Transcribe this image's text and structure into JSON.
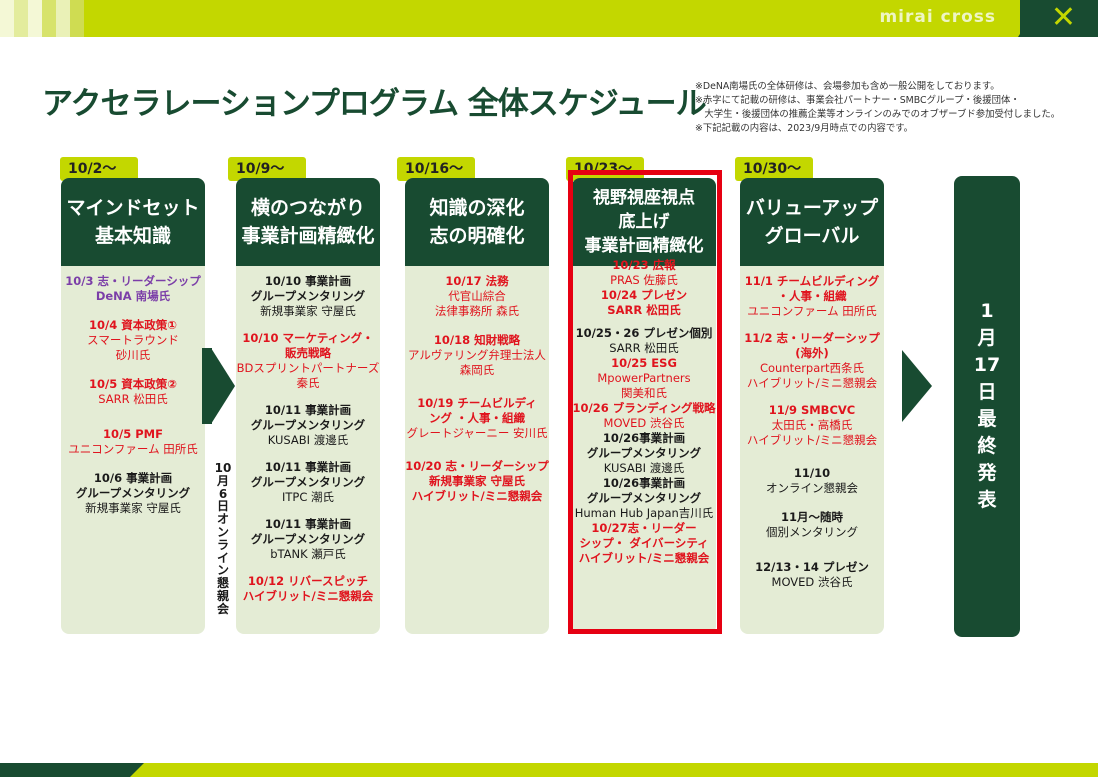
{
  "header": {
    "brand": "mirai cross"
  },
  "title": "アクセラレーションプログラム 全体スケジュール",
  "notes": [
    "※DeNA南場氏の全体研修は、会場参加も含め一般公開をしております。",
    "※赤字にて記載の研修は、事業会社パートナー・SMBCグループ・後援団体・",
    "　大学生・後援団体の推薦企業等オンラインのみでのオブザーブド参加受付しました。",
    "※下記記載の内容は、2023/9月時点での内容です。"
  ],
  "weeks": [
    {
      "tab": "10/2〜",
      "heading": [
        "マインドセット",
        "基本知識"
      ]
    },
    {
      "tab": "10/9〜",
      "heading": [
        "横のつながり",
        "事業計画精緻化"
      ]
    },
    {
      "tab": "10/16〜",
      "heading": [
        "知識の深化",
        "志の明確化"
      ]
    },
    {
      "tab": "10/23〜",
      "heading": [
        "視野視座視点",
        "底上げ",
        "事業計画精緻化"
      ]
    },
    {
      "tab": "10/30〜",
      "heading": [
        "バリューアップ",
        "グローバル"
      ]
    }
  ],
  "col1": [
    [
      "10/3 志・リーダーシップ",
      "DeNA 南場氏"
    ],
    [
      "10/4 資本政策①",
      "スマートラウンド",
      "砂川氏"
    ],
    [
      "10/5 資本政策②",
      "SARR 松田氏"
    ],
    [
      "10/5 PMF",
      "ユニコンファーム 田所氏"
    ],
    [
      "10/6 事業計画",
      "グループメンタリング",
      "新規事業家 守屋氏"
    ]
  ],
  "col2": [
    [
      "10/10 事業計画",
      "グループメンタリング",
      "新規事業家 守屋氏"
    ],
    [
      "10/10 マーケティング・",
      "販売戦略",
      "BDスプリントパートナーズ",
      "秦氏"
    ],
    [
      "10/11 事業計画",
      "グループメンタリング",
      "KUSABI 渡邊氏"
    ],
    [
      "10/11 事業計画",
      "グループメンタリング",
      "ITPC 潮氏"
    ],
    [
      "10/11 事業計画",
      "グループメンタリング",
      "bTANK 瀬戸氏"
    ],
    [
      "10/12 リバースピッチ",
      "ハイブリット/ミニ懇親会"
    ]
  ],
  "col3": [
    [
      "10/17 法務",
      "代官山綜合",
      "法律事務所 森氏"
    ],
    [
      "10/18 知財戦略",
      "アルヴァリング弁理士法人",
      "森岡氏"
    ],
    [
      "10/19 チームビルディ",
      "ング ・人事・組織",
      "グレートジャーニー 安川氏"
    ],
    [
      "10/20 志・リーダーシップ",
      "新規事業家 守屋氏",
      "ハイブリット/ミニ懇親会"
    ]
  ],
  "col4": [
    [
      "10/23 広報",
      "PRAS 佐藤氏"
    ],
    [
      "10/24 プレゼン",
      "SARR 松田氏"
    ],
    [
      "10/25・26 プレゼン個別",
      "SARR 松田氏"
    ],
    [
      "10/25 ESG",
      "MpowerPartners",
      "関美和氏"
    ],
    [
      "10/26 ブランディング戦略",
      "MOVED 渋谷氏"
    ],
    [
      "10/26事業計画",
      "グループメンタリング",
      "KUSABI 渡邊氏"
    ],
    [
      "10/26事業計画",
      "グループメンタリング",
      "Human Hub Japan吉川氏"
    ],
    [
      "10/27志・リーダー",
      "シップ・ ダイバーシティ",
      "ハイブリット/ミニ懇親会"
    ]
  ],
  "col5": [
    [
      "11/1 チームビルディング",
      "・人事・組織",
      "ユニコンファーム 田所氏"
    ],
    [
      "11/2 志・リーダーシップ",
      "(海外)",
      "Counterpart西条氏",
      "ハイブリット/ミニ懇親会"
    ],
    [
      "11/9 SMBCVC",
      "太田氏・高橋氏",
      "ハイブリット/ミニ懇親会"
    ],
    [
      "11/10",
      "オンライン懇親会"
    ],
    [
      "11月〜随時",
      "個別メンタリング"
    ],
    [
      "12/13・14 プレゼン",
      "MOVED 渋谷氏"
    ]
  ],
  "side_event": "10月6日オンライン懇親会",
  "final": "1月17日最終発表",
  "colors": {
    "accent": "#c3d700",
    "dark_green": "#184b31",
    "red": "#e0141e",
    "purple": "#7b3ea8"
  }
}
